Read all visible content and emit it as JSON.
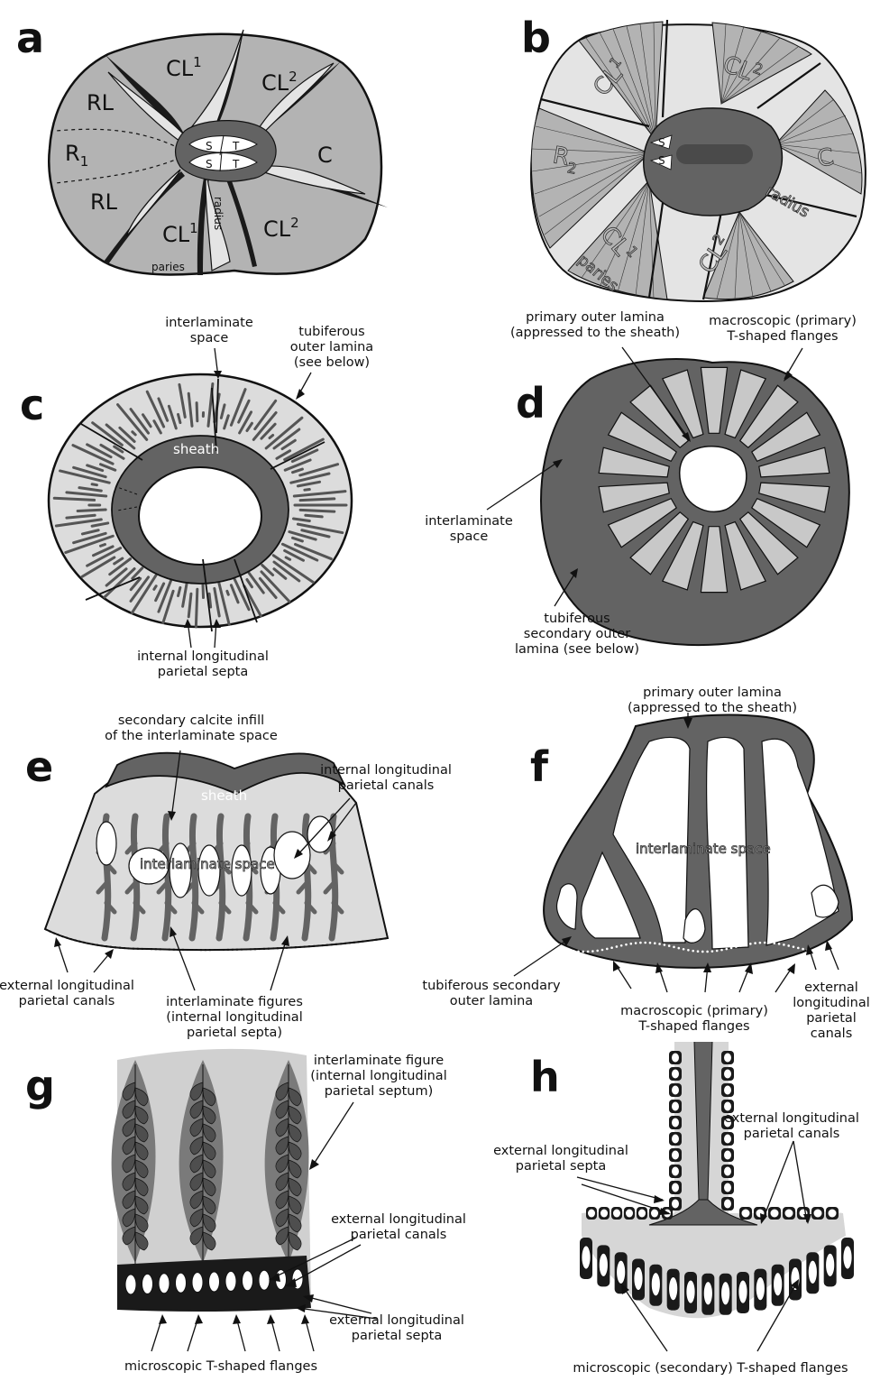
{
  "colors": {
    "light_gray": "#e4e4e4",
    "mid_gray": "#b3b3b3",
    "dark_gray": "#636363",
    "black": "#1a1a1a"
  },
  "panels": {
    "a": {
      "letter": "a",
      "labels": {
        "cl1_top": "CL",
        "cl1_top_sup": "1",
        "cl2_top": "CL",
        "cl2_top_sup": "2",
        "rl_top": "RL",
        "r1": "R",
        "r1_sub": "1",
        "rl_bottom": "RL",
        "c": "C",
        "cl1_bottom": "CL",
        "cl1_bottom_sup": "1",
        "cl2_bottom": "CL",
        "cl2_bottom_sup": "2",
        "radius": "radius",
        "paries": "paries",
        "s1": "S",
        "t1": "T",
        "s2": "S",
        "t2": "T"
      }
    },
    "b": {
      "letter": "b",
      "labels": {
        "cl1": "CL",
        "cl1_sup": "1",
        "cl2": "CL",
        "cl2_sup": "2",
        "r2": "R",
        "r2_sub": "2",
        "c": "C",
        "radius": "radius",
        "cl1_bottom": "CL",
        "cl1_bottom_sup": "1",
        "paries": "paries",
        "cl2_bottom": "CL",
        "cl2_bottom_sup": "2",
        "s1": "S",
        "s2": "S"
      }
    },
    "c": {
      "letter": "c",
      "labels": {
        "interlaminate_space": [
          "interlaminate",
          "space"
        ],
        "tubiferous": [
          "tubiferous",
          "outer lamina",
          "(see below)"
        ],
        "sheath": "sheath",
        "septa": [
          "internal longitudinal",
          "parietal septa"
        ]
      }
    },
    "d": {
      "letter": "d",
      "labels": {
        "primary_outer_lamina": [
          "primary outer lamina",
          "(appressed to the sheath)"
        ],
        "macroscopic": [
          "macroscopic (primary)",
          "T-shaped flanges"
        ],
        "interlaminate_space": [
          "interlaminate",
          "space"
        ],
        "tubiferous": [
          "tubiferous",
          "secondary outer",
          "lamina (see below)"
        ]
      }
    },
    "e": {
      "letter": "e",
      "labels": {
        "infill": [
          "secondary calcite infill",
          "of the interlaminate space"
        ],
        "canals": [
          "internal longitudinal",
          "parietal canals"
        ],
        "sheath": "sheath",
        "interlaminate_space": "interlaminate space",
        "external_canals": [
          "external longitudinal",
          "parietal canals"
        ],
        "figures": [
          "interlaminate figures",
          "(internal longitudinal",
          "parietal septa)"
        ]
      }
    },
    "f": {
      "letter": "f",
      "labels": {
        "primary_outer_lamina": [
          "primary outer lamina",
          "(appressed to the sheath)"
        ],
        "interlaminate_space": "interlaminate space",
        "tubiferous": [
          "tubiferous secondary",
          "outer lamina"
        ],
        "macroscopic": [
          "macroscopic (primary)",
          "T-shaped flanges"
        ],
        "external_canals": [
          "external",
          "longitudinal",
          "parietal",
          "canals"
        ]
      }
    },
    "g": {
      "letter": "g",
      "labels": {
        "figure": [
          "interlaminate figure",
          "(internal longitudinal",
          "parietal septum)"
        ],
        "external_canals": [
          "external longitudinal",
          "parietal canals"
        ],
        "flanges": "microscopic T-shaped flanges",
        "external_septa": [
          "external longitudinal",
          "parietal septa"
        ]
      }
    },
    "h": {
      "letter": "h",
      "labels": {
        "external_canals": [
          "external longitudinal",
          "parietal canals"
        ],
        "external_septa": [
          "external longitudinal",
          "parietal septa"
        ],
        "flanges": "microscopic (secondary) T-shaped flanges"
      }
    }
  }
}
